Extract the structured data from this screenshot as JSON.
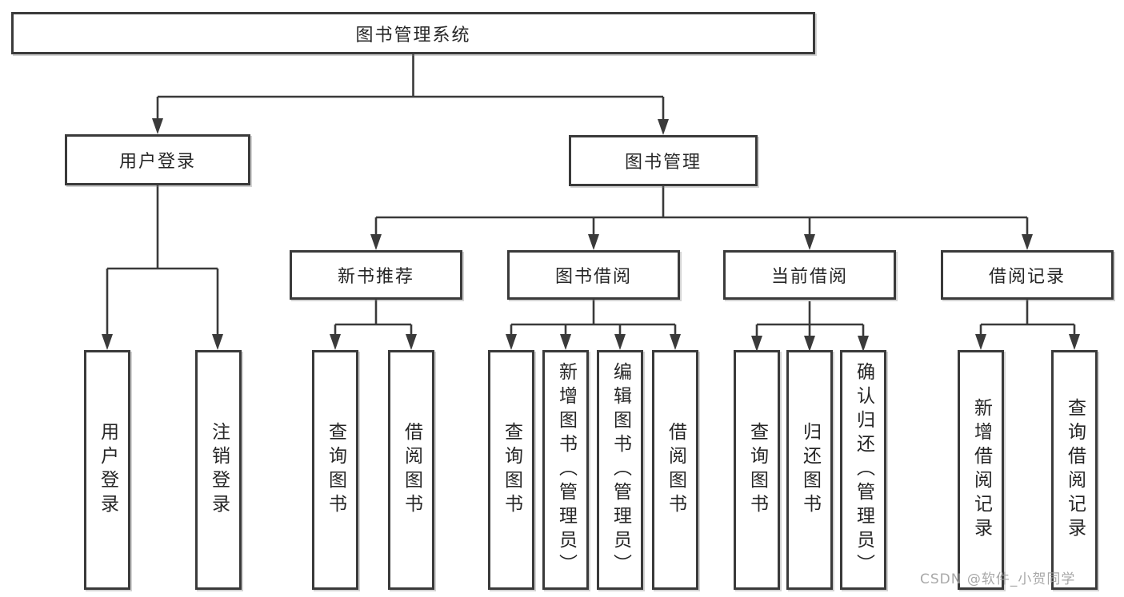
{
  "diagram": {
    "root": {
      "label": "图书管理系统"
    },
    "level2": [
      {
        "label": "用户登录"
      },
      {
        "label": "图书管理"
      }
    ],
    "level3": [
      {
        "label": "新书推荐"
      },
      {
        "label": "图书借阅"
      },
      {
        "label": "当前借阅"
      },
      {
        "label": "借阅记录"
      }
    ],
    "leaves": {
      "user_login": [
        "用户登录",
        "注销登录"
      ],
      "new_books": [
        "查询图书",
        "借阅图书"
      ],
      "book_borrow": [
        "查询图书",
        "新增图书（管理员）",
        "编辑图书（管理员）",
        "借阅图书"
      ],
      "current_borrow": [
        "查询图书",
        "归还图书",
        "确认归还（管理员）"
      ],
      "borrow_records": [
        "新增借阅记录",
        "查询借阅记录"
      ]
    },
    "colors": {
      "line": "#3a3a3a",
      "text": "#262626",
      "box_background": "#ffffff",
      "watermark": "#9e9e9e"
    },
    "watermark": "CSDN @软件_小贺同学"
  }
}
